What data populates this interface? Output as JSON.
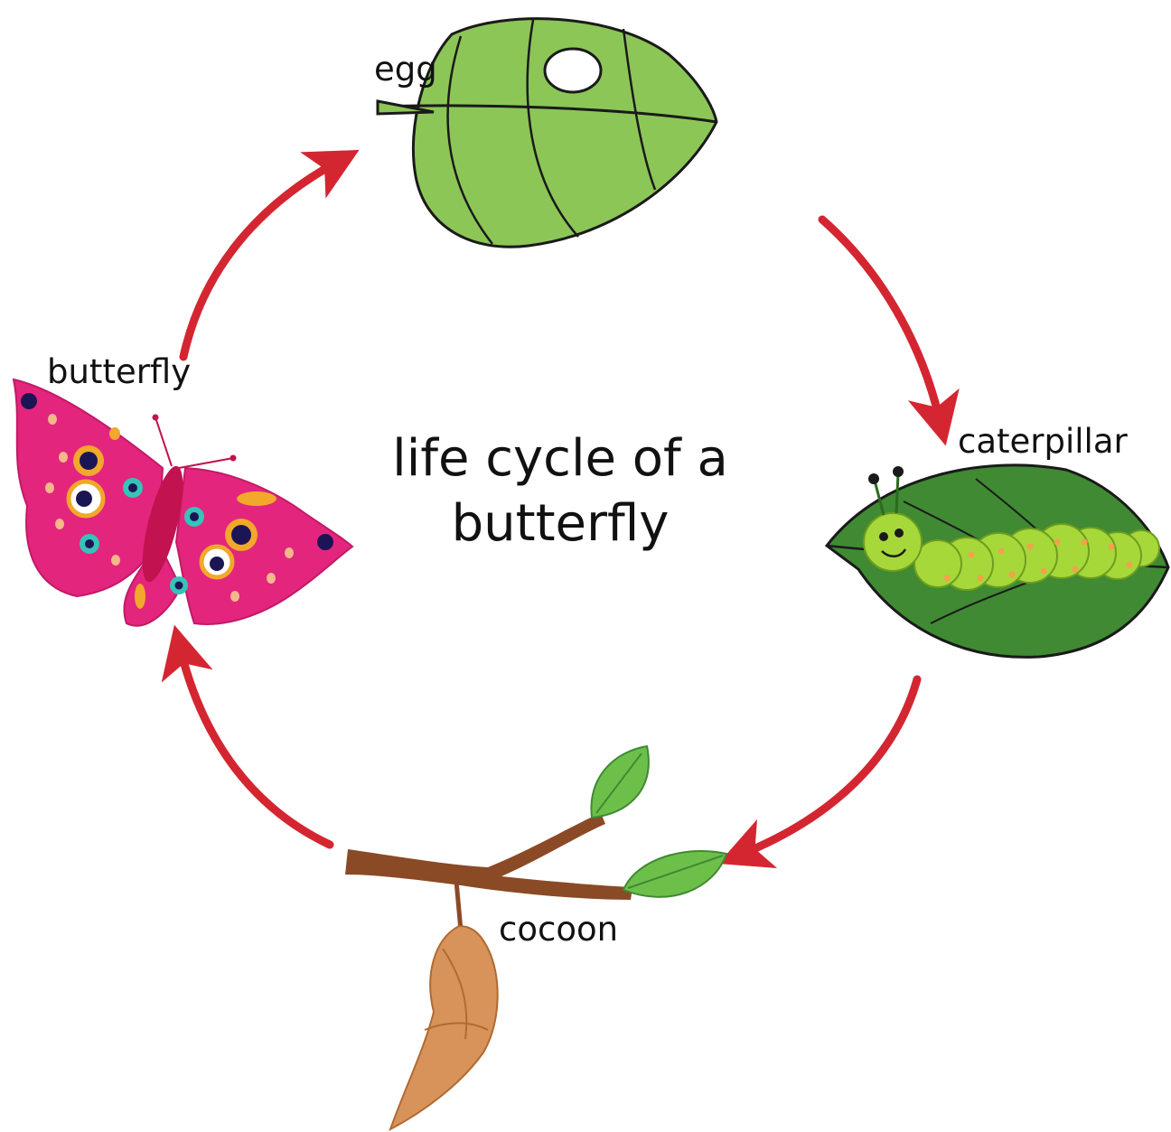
{
  "title_line1": "life cycle of a",
  "title_line2": "butterfly",
  "stages": {
    "egg": "egg",
    "caterpillar": "caterpillar",
    "cocoon": "cocoon",
    "butterfly": "butterfly"
  },
  "colors": {
    "arrow": "#d42631",
    "leaf_light": "#8cc657",
    "leaf_dark": "#3f8a32",
    "caterpillar": "#a6d83a",
    "branch": "#8a4a26",
    "cocoon": "#d8935a",
    "butterfly_wing": "#e3257e"
  },
  "icons": [
    "egg-on-leaf-icon",
    "caterpillar-on-leaf-icon",
    "cocoon-on-branch-icon",
    "butterfly-icon",
    "cycle-arrow-icon"
  ]
}
